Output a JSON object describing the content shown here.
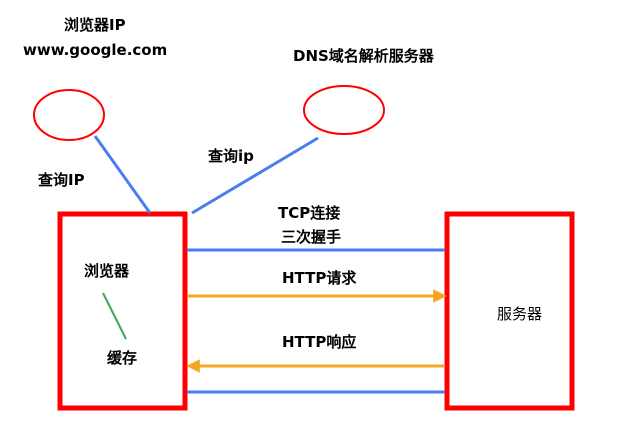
{
  "browser_ip_title": "浏览器IP",
  "domain_text": "www.google.com",
  "dns_server_label": "DNS域名解析服务器",
  "query_ip_upper": "查询IP",
  "query_ip_lower": "查询ip",
  "browser_label": "浏览器",
  "cache_label": "缓存",
  "server_label": "服务器",
  "tcp_label_line1": "TCP连接",
  "tcp_label_line2": "三次握手",
  "http_request_label": "HTTP请求",
  "http_response_label": "HTTP响应",
  "colors": {
    "box_border": "#ff0000",
    "circle_border": "#ff0000",
    "blue_line": "#4a7ef0",
    "orange_arrow": "#f5a623",
    "green_line": "#3aaa5a",
    "text": "#000000"
  }
}
